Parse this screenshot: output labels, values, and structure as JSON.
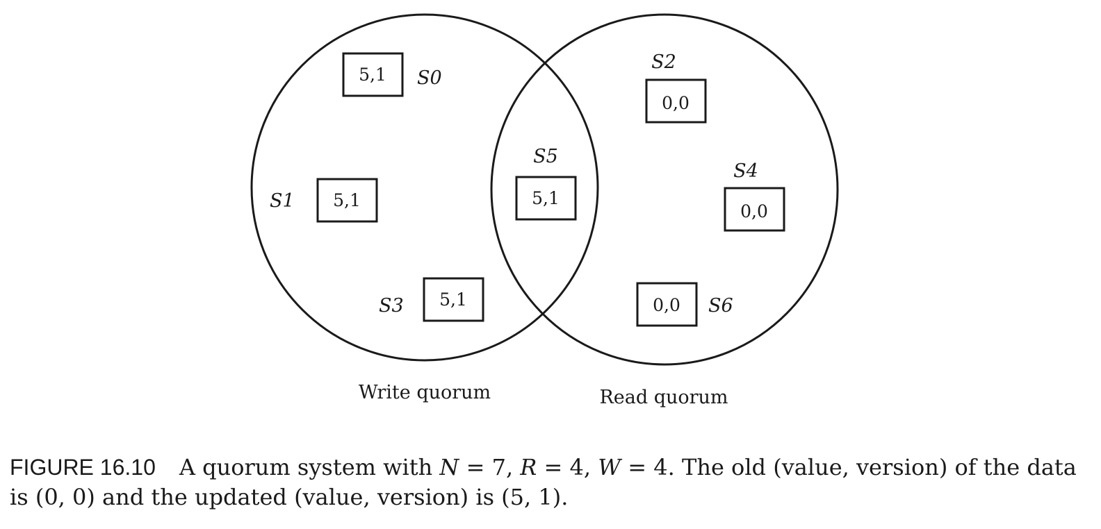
{
  "diagram": {
    "write_quorum_label": "Write quorum",
    "read_quorum_label": "Read quorum",
    "servers": {
      "s0": {
        "name": "S0",
        "value": "5,1"
      },
      "s1": {
        "name": "S1",
        "value": "5,1"
      },
      "s2": {
        "name": "S2",
        "value": "0,0"
      },
      "s3": {
        "name": "S3",
        "value": "5,1"
      },
      "s4": {
        "name": "S4",
        "value": "0,0"
      },
      "s5": {
        "name": "S5",
        "value": "5,1"
      },
      "s6": {
        "name": "S6",
        "value": "0,0"
      }
    }
  },
  "caption": {
    "figure_number": "FIGURE 16.10",
    "text_1": "A quorum system with ",
    "n_var": "N",
    "text_2": " = 7, ",
    "r_var": "R",
    "text_3": " = 4, ",
    "w_var": "W",
    "text_4": " = 4. The old (value, version) of the data is (0, 0) and the updated (value, version) is (5, 1)."
  }
}
